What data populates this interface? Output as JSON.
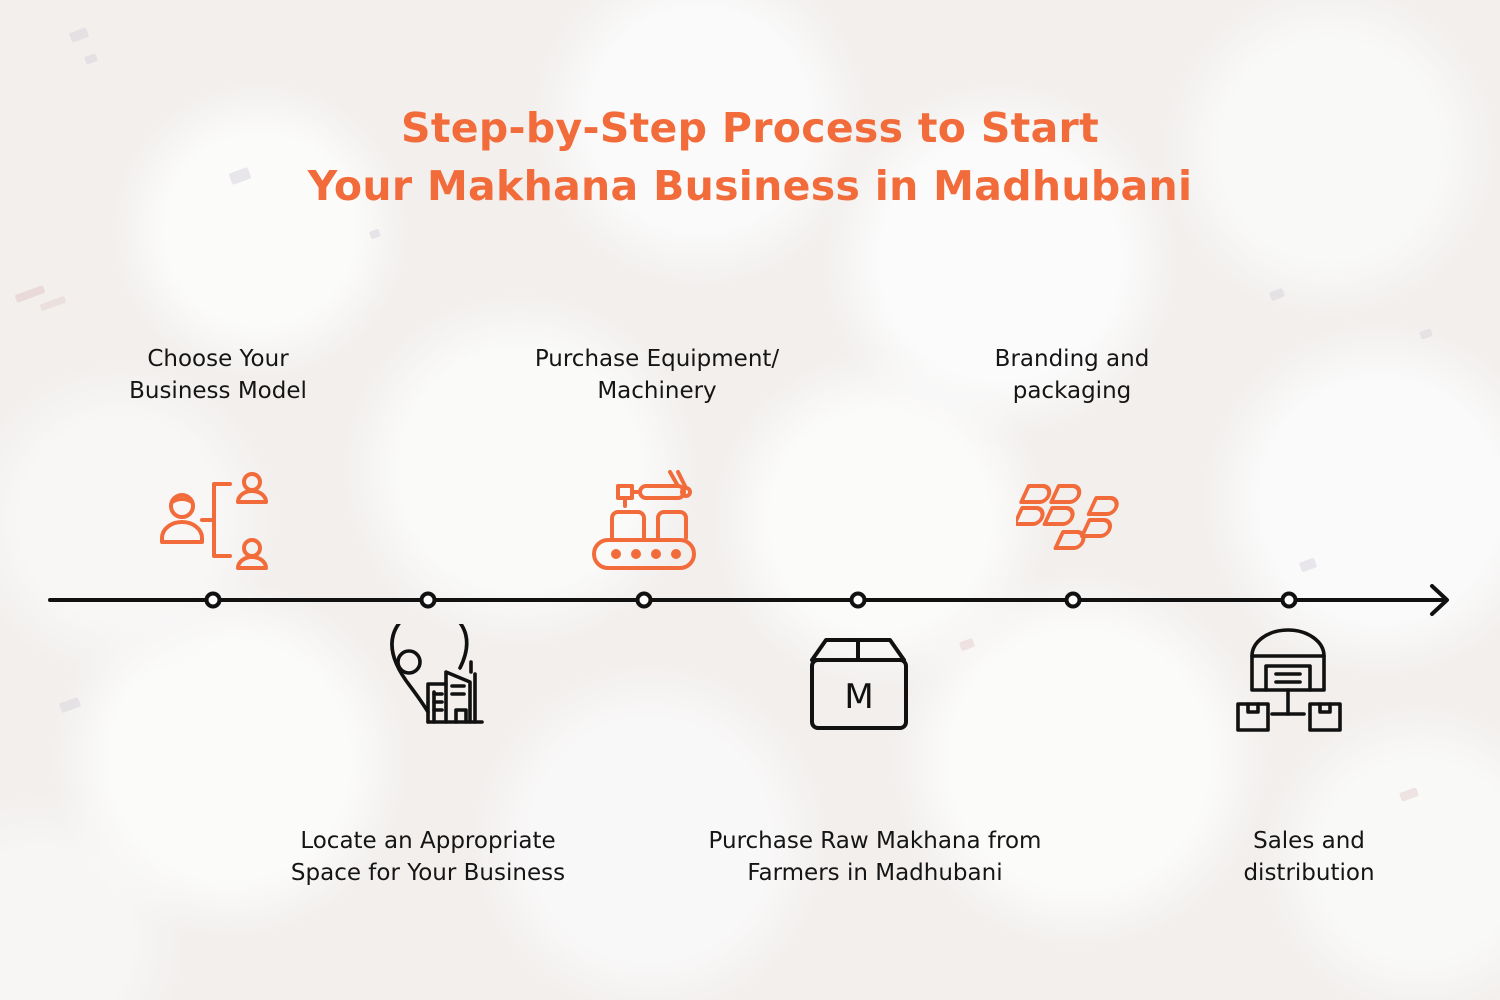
{
  "title": {
    "line1": "Step-by-Step Process to Start",
    "line2": "Your Makhana Business in Madhubani"
  },
  "colors": {
    "accent": "#f26b3a",
    "text": "#151515",
    "line": "#111111",
    "background": "#f2efed"
  },
  "timeline": {
    "direction": "left-to-right",
    "arrow": "arrow-right",
    "steps": [
      {
        "order": 1,
        "position": "above",
        "icon": "organization-chart-icon",
        "icon_color": "#f26b3a",
        "line1": "Choose Your",
        "line2": "Business Model"
      },
      {
        "order": 2,
        "position": "below",
        "icon": "location-building-icon",
        "icon_color": "#111111",
        "line1": "Locate an Appropriate",
        "line2": "Space for Your Business"
      },
      {
        "order": 3,
        "position": "above",
        "icon": "conveyor-robot-arm-icon",
        "icon_color": "#f26b3a",
        "line1": "Purchase Equipment/",
        "line2": "Machinery"
      },
      {
        "order": 4,
        "position": "below",
        "icon": "makhana-box-icon",
        "icon_color": "#111111",
        "icon_text": "M",
        "line1": "Purchase Raw Makhana from",
        "line2": "Farmers in Madhubani"
      },
      {
        "order": 5,
        "position": "above",
        "icon": "packaging-boxes-icon",
        "icon_color": "#f26b3a",
        "line1": "Branding and",
        "line2": "packaging"
      },
      {
        "order": 6,
        "position": "below",
        "icon": "warehouse-distribution-icon",
        "icon_color": "#111111",
        "line1": "Sales and",
        "line2": "distribution"
      }
    ]
  }
}
